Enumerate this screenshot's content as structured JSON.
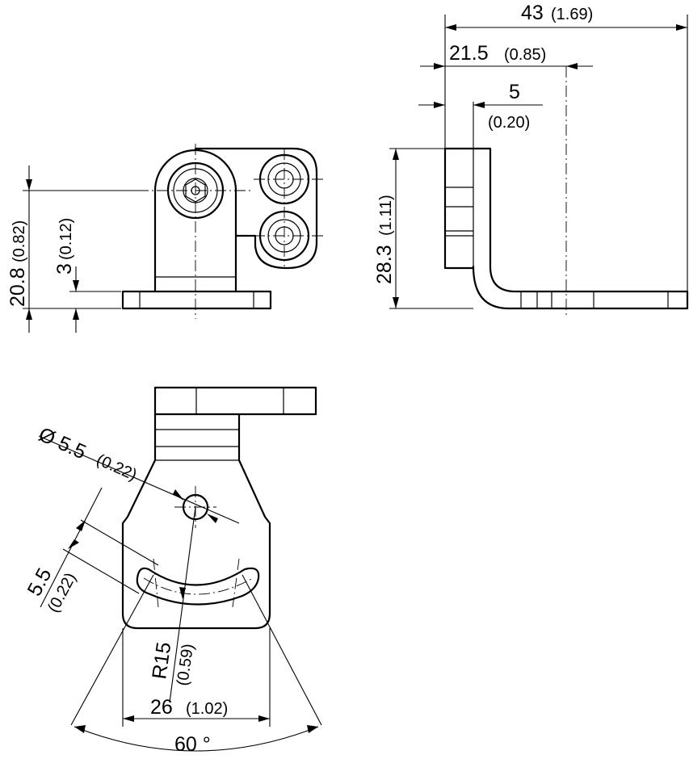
{
  "diagram": {
    "top_right": {
      "overall_width": {
        "value": "43",
        "alt": "(1.69)"
      },
      "half_width": {
        "value": "21.5",
        "alt": "(0.85)"
      },
      "thickness": {
        "value": "5",
        "alt": "(0.20)"
      },
      "height": {
        "value": "28.3",
        "alt": "(1.11)"
      }
    },
    "top_left": {
      "total_height": {
        "value": "20.8",
        "alt": "(0.82)"
      },
      "base_height": {
        "value": "3",
        "alt": "(0.12)"
      }
    },
    "bottom": {
      "hole_diameter": {
        "value": "Ø 5.5",
        "alt": "(0.22)"
      },
      "slot_width": {
        "value": "5.5",
        "alt": "(0.22)"
      },
      "radius": {
        "value": "R15",
        "alt": "(0.59)"
      },
      "width": {
        "value": "26",
        "alt": "(1.02)"
      },
      "angle": {
        "value": "60 °"
      }
    }
  }
}
